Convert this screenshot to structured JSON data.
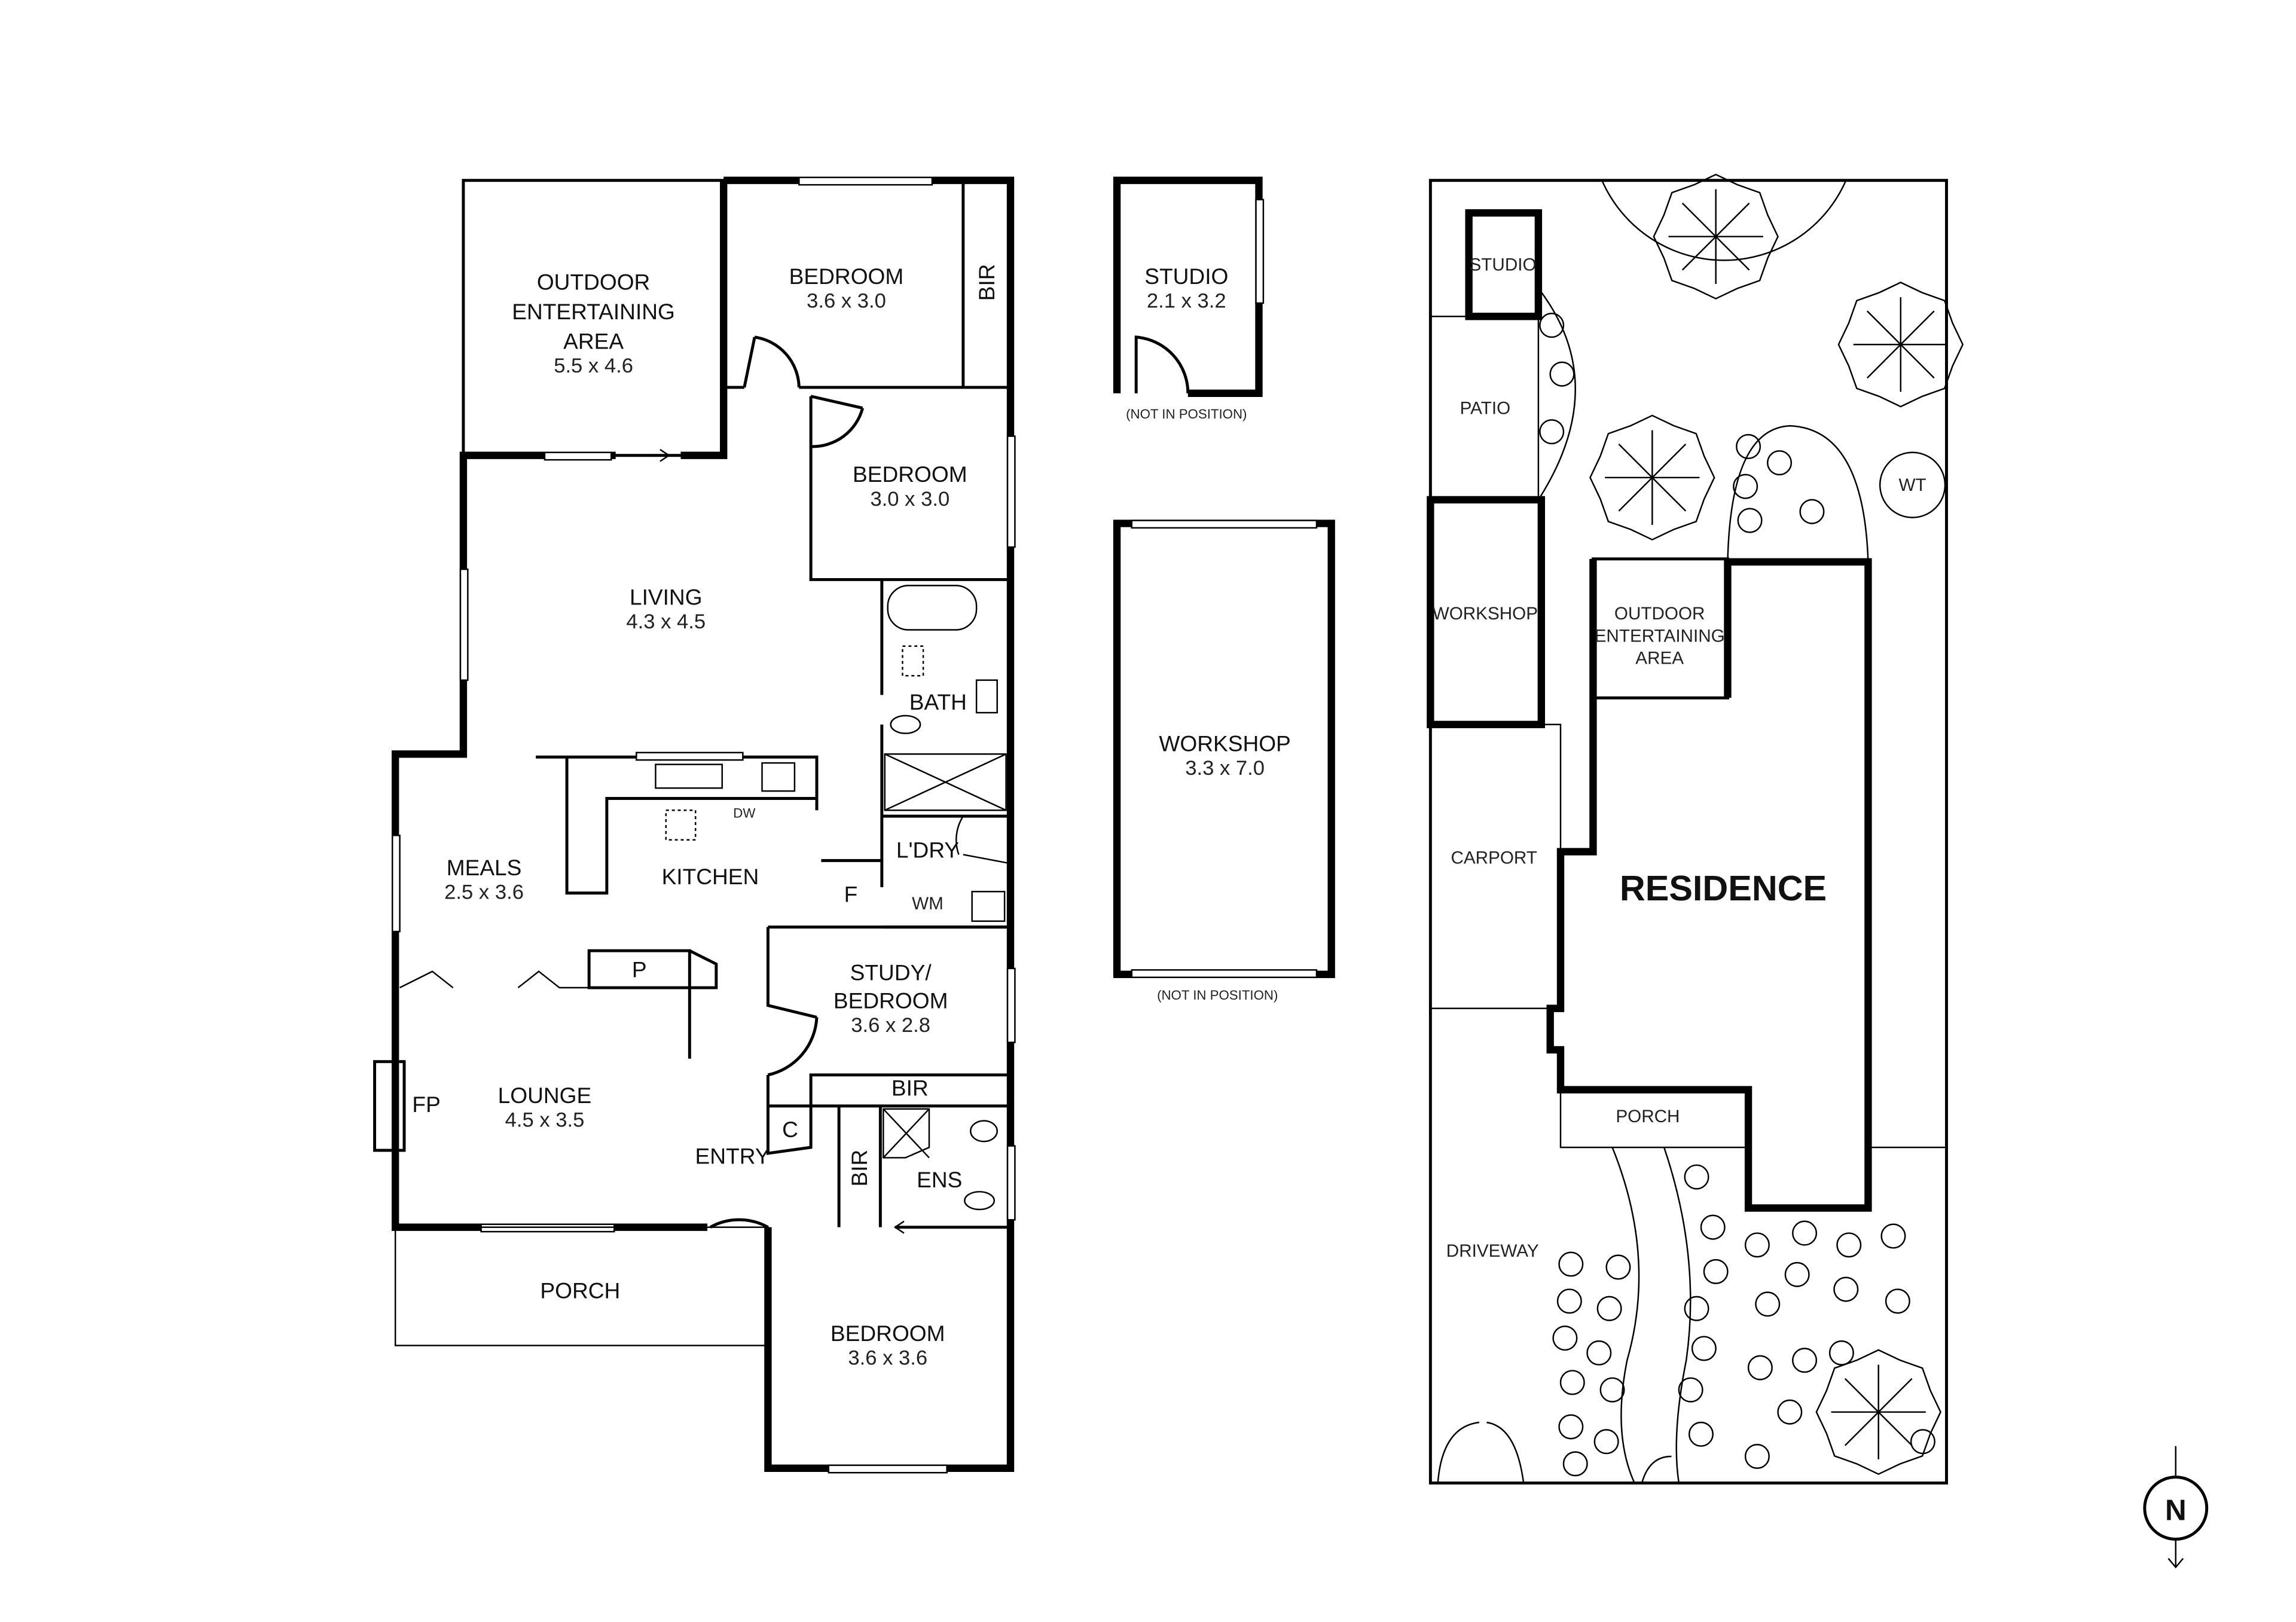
{
  "floor_plan": {
    "rooms": {
      "outdoor": {
        "name1": "OUTDOOR",
        "name2": "ENTERTAINING",
        "name3": "AREA",
        "size": "5.5 x 4.6"
      },
      "bedroom1": {
        "name": "BEDROOM",
        "size": "3.6 x 3.0"
      },
      "bedroom1_bir": "BIR",
      "bedroom2": {
        "name": "BEDROOM",
        "size": "3.0 x 3.0"
      },
      "living": {
        "name": "LIVING",
        "size": "4.3 x 4.5"
      },
      "bath": "BATH",
      "meals": {
        "name": "MEALS",
        "size": "2.5 x 3.6"
      },
      "kitchen": "KITCHEN",
      "dw": "DW",
      "fridge": "F",
      "laundry": "L'DRY",
      "wm": "WM",
      "pantry": "P",
      "study": {
        "name1": "STUDY/",
        "name2": "BEDROOM",
        "size": "3.6 x 2.8"
      },
      "study_bir": "BIR",
      "lounge": {
        "name": "LOUNGE",
        "size": "4.5 x 3.5"
      },
      "fp": "FP",
      "entry": "ENTRY",
      "closet": "C",
      "bir3": "BIR",
      "ensuite": "ENS",
      "porch": "PORCH",
      "bedroom3": {
        "name": "BEDROOM",
        "size": "3.6 x 3.6"
      }
    },
    "studio": {
      "name": "STUDIO",
      "size": "2.1 x 3.2",
      "note": "(NOT IN POSITION)"
    },
    "workshop": {
      "name": "WORKSHOP",
      "size": "3.3 x 7.0",
      "note": "(NOT IN POSITION)"
    }
  },
  "site_plan": {
    "studio": "STUDIO",
    "patio": "PATIO",
    "workshop": "WORKSHOP",
    "outdoor1": "OUTDOOR",
    "outdoor2": "ENTERTAINING",
    "outdoor3": "AREA",
    "carport": "CARPORT",
    "residence": "RESIDENCE",
    "porch": "PORCH",
    "driveway": "DRIVEWAY",
    "water_tank": "WT"
  },
  "north_arrow": {
    "label": "N",
    "icon": "north-arrow-icon"
  }
}
